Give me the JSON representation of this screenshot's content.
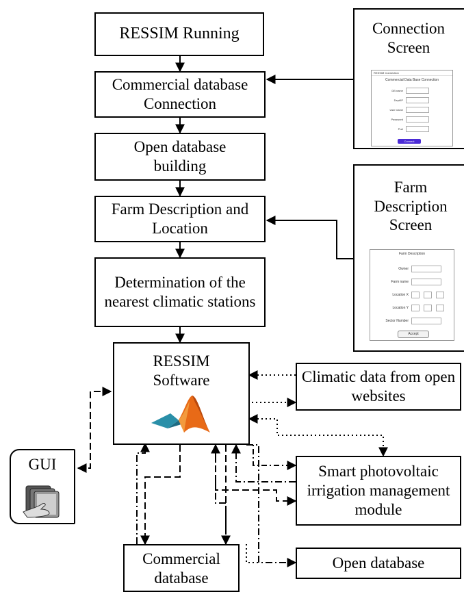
{
  "boxes": {
    "ressim_running": "RESSIM Running",
    "commercial_connection": "Commercial database Connection",
    "open_database_building": "Open database building",
    "farm_description": "Farm Description and Location",
    "nearest_stations": "Determination of the nearest climatic stations",
    "ressim_software": "RESSIM Software",
    "climatic_data": "Climatic data from open websites",
    "smart_module": "Smart photovoltaic irrigation management module",
    "open_database": "Open database",
    "commercial_database": "Commercial database",
    "gui": "GUI"
  },
  "connection_screen": {
    "title": "Connection Screen",
    "window_title": "RESSIM Connection",
    "header": "Commercial Data Base Connection",
    "fields": [
      "DB name",
      "Dept/IP",
      "User name",
      "Password",
      "Port"
    ],
    "button": "Connect"
  },
  "farm_screen": {
    "title": "Farm Description Screen",
    "header": "Farm Description",
    "fields": [
      "Owner",
      "Farm name",
      "Location X",
      "Location Y",
      "Sector Number"
    ],
    "button": "Accept"
  },
  "colors": {
    "line": "#000000",
    "button_purple": "#4b2bd6",
    "matlab_orange": "#e86a17",
    "matlab_teal": "#2a8fa8"
  },
  "icons": [
    "matlab-logo-icon",
    "gui-hand-screen-icon"
  ]
}
